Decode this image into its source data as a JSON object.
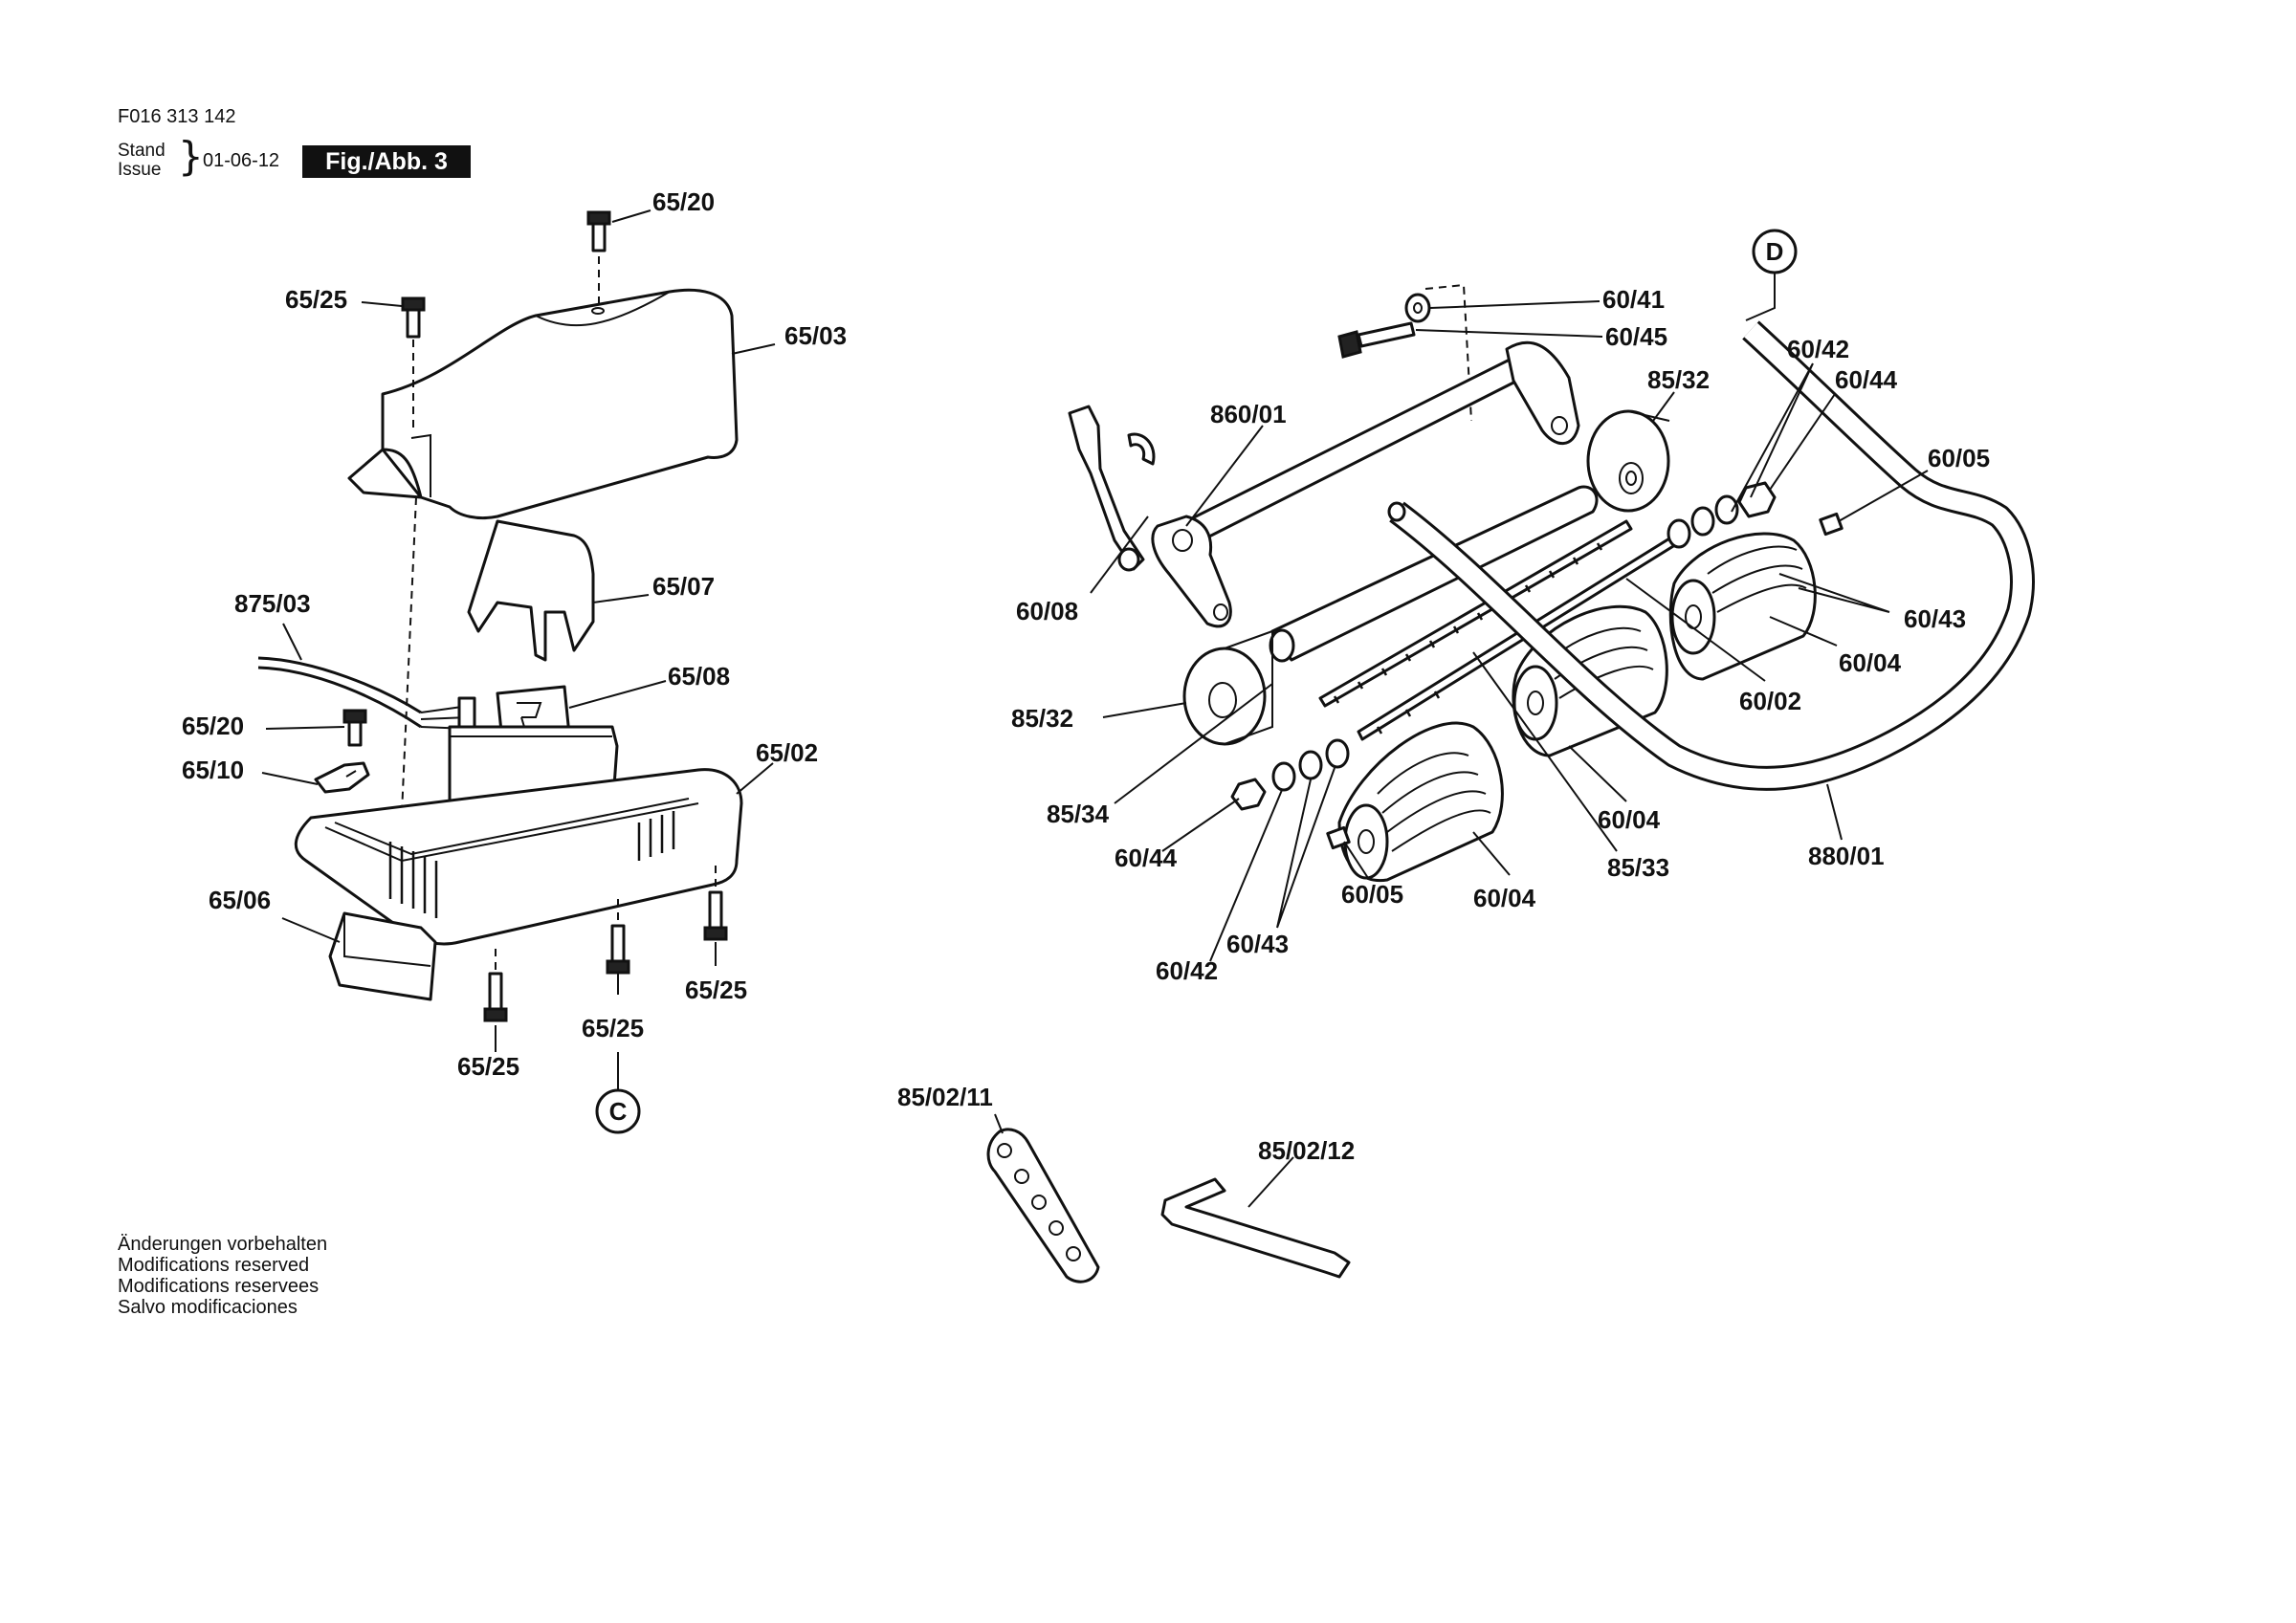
{
  "header": {
    "doc_code": "F016 313 142",
    "stand_label": "Stand",
    "issue_label": "Issue",
    "issue_date": "01-06-12",
    "figure_label": "Fig./Abb. 3"
  },
  "footer": {
    "lines": [
      "Änderungen vorbehalten",
      "Modifications reserved",
      "Modifications reservees",
      "Salvo modificaciones"
    ]
  },
  "callouts": [
    {
      "id": "c0",
      "text": "65/20"
    },
    {
      "id": "c1",
      "text": "65/25"
    },
    {
      "id": "c2",
      "text": "65/03"
    },
    {
      "id": "c3",
      "text": "65/07"
    },
    {
      "id": "c4",
      "text": "875/03"
    },
    {
      "id": "c5",
      "text": "65/08"
    },
    {
      "id": "c6",
      "text": "65/20"
    },
    {
      "id": "c7",
      "text": "65/10"
    },
    {
      "id": "c8",
      "text": "65/02"
    },
    {
      "id": "c9",
      "text": "65/06"
    },
    {
      "id": "c10",
      "text": "65/25"
    },
    {
      "id": "c11",
      "text": "65/25"
    },
    {
      "id": "c12",
      "text": "65/25"
    },
    {
      "id": "c13",
      "text": "60/41"
    },
    {
      "id": "c14",
      "text": "60/45"
    },
    {
      "id": "c15",
      "text": "60/42"
    },
    {
      "id": "c16",
      "text": "60/44"
    },
    {
      "id": "c17",
      "text": "85/32"
    },
    {
      "id": "c18",
      "text": "860/01"
    },
    {
      "id": "c19",
      "text": "60/05"
    },
    {
      "id": "c20",
      "text": "60/08"
    },
    {
      "id": "c21",
      "text": "60/43"
    },
    {
      "id": "c22",
      "text": "60/04"
    },
    {
      "id": "c23",
      "text": "60/02"
    },
    {
      "id": "c24",
      "text": "85/32"
    },
    {
      "id": "c25",
      "text": "85/34"
    },
    {
      "id": "c26",
      "text": "60/04"
    },
    {
      "id": "c27",
      "text": "60/44"
    },
    {
      "id": "c28",
      "text": "880/01"
    },
    {
      "id": "c29",
      "text": "85/33"
    },
    {
      "id": "c30",
      "text": "60/05"
    },
    {
      "id": "c31",
      "text": "60/04"
    },
    {
      "id": "c32",
      "text": "60/43"
    },
    {
      "id": "c33",
      "text": "60/42"
    },
    {
      "id": "c34",
      "text": "85/02/11"
    },
    {
      "id": "c35",
      "text": "85/02/12"
    }
  ],
  "ref_markers": [
    {
      "id": "m0",
      "text": "D"
    },
    {
      "id": "m1",
      "text": "C"
    }
  ]
}
